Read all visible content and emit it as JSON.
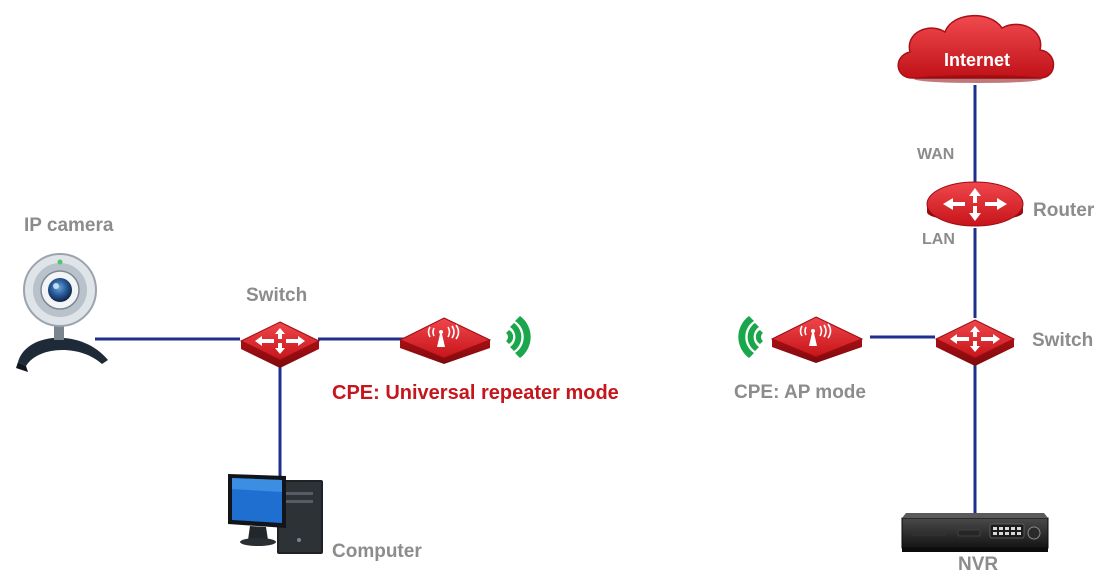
{
  "diagram": {
    "nodes": {
      "ip_camera": "IP camera",
      "switch_left": "Switch",
      "computer": "Computer",
      "cpe_repeater": "CPE: Universal repeater mode",
      "cpe_ap": "CPE: AP mode",
      "switch_right": "Switch",
      "router": "Router",
      "internet": "Internet",
      "nvr": "NVR"
    },
    "ports": {
      "wan": "WAN",
      "lan": "LAN"
    }
  },
  "colors": {
    "link": "#1e2f8c",
    "device_red": "#d0161c",
    "wireless_green": "#1aa64a",
    "label_gray": "#8c8c8c",
    "label_red": "#c4161c"
  }
}
